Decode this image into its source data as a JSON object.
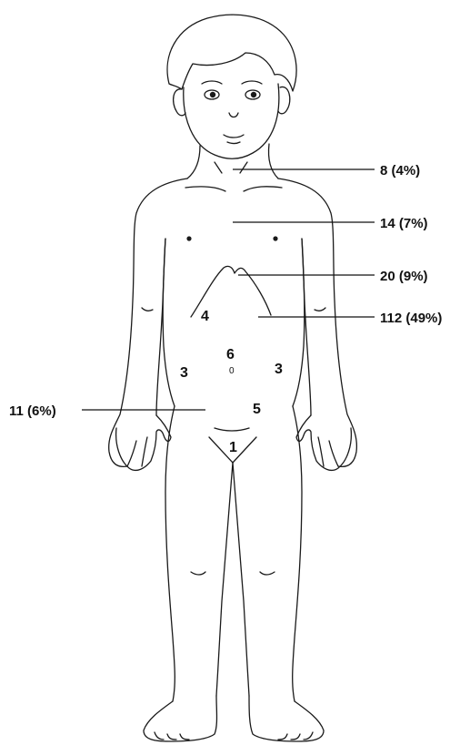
{
  "callouts": {
    "neck": "8 (4%)",
    "chest": "14 (7%)",
    "upper_abdomen": "20 (9%)",
    "abdomen": "112 (49%)",
    "lower_abdomen": "11 (6%)"
  },
  "regions": {
    "upper_left": "4",
    "left_flank": "3",
    "right_flank": "3",
    "umbilical": "6",
    "umbilicus_mark": "0",
    "lower_right": "5",
    "groin": "1"
  }
}
